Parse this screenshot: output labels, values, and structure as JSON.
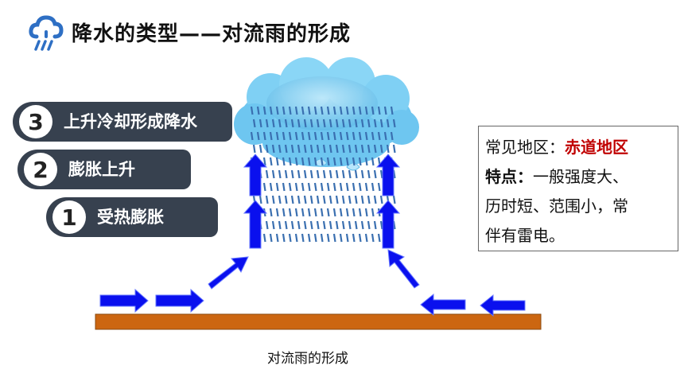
{
  "header": {
    "title": "降水的类型——对流雨的形成",
    "icon": "rain-cloud-icon"
  },
  "steps": [
    {
      "num": "3",
      "label": "上升冷却形成降水"
    },
    {
      "num": "2",
      "label": "膨胀上升"
    },
    {
      "num": "1",
      "label": "受热膨胀"
    }
  ],
  "info": {
    "region_label": "常见地区：",
    "region_value": "赤道地区",
    "feature_label": "特点：",
    "feature_line1": "一般强度大、",
    "feature_line2": "历时短、范围小，常",
    "feature_line3": "伴有雷电。"
  },
  "caption": "对流雨的形成",
  "colors": {
    "step_bg": "#37414f",
    "arrow": "#0a10ee",
    "ground": "#cc6611",
    "cloud": "#6ec6f0",
    "rain": "#3a6fb0",
    "highlight": "#c00000"
  }
}
